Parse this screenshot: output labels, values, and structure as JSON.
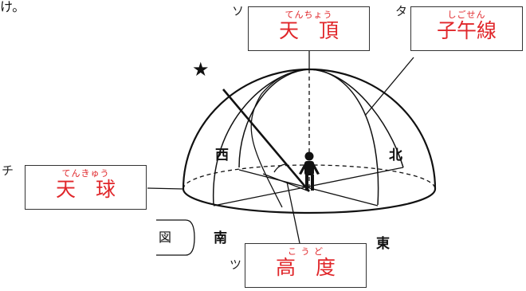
{
  "fragments": {
    "top_left": "け。",
    "left_box": "図"
  },
  "labels": {
    "zenith": {
      "marker": "ソ",
      "ruby": "てんちょう",
      "term": "天　頂"
    },
    "meridian": {
      "marker": "タ",
      "ruby": "しごせん",
      "term": "子午線"
    },
    "celestial_sphere": {
      "marker": "チ",
      "ruby": "てんきゅう",
      "term": "天　球"
    },
    "altitude": {
      "marker": "ツ",
      "ruby": "こ う ど",
      "term": "高　度"
    }
  },
  "directions": {
    "west": "西",
    "north": "北",
    "south": "南",
    "east": "東"
  },
  "star": "★",
  "colors": {
    "term": "#e0262a",
    "line": "#111111",
    "box_border": "#333333"
  }
}
